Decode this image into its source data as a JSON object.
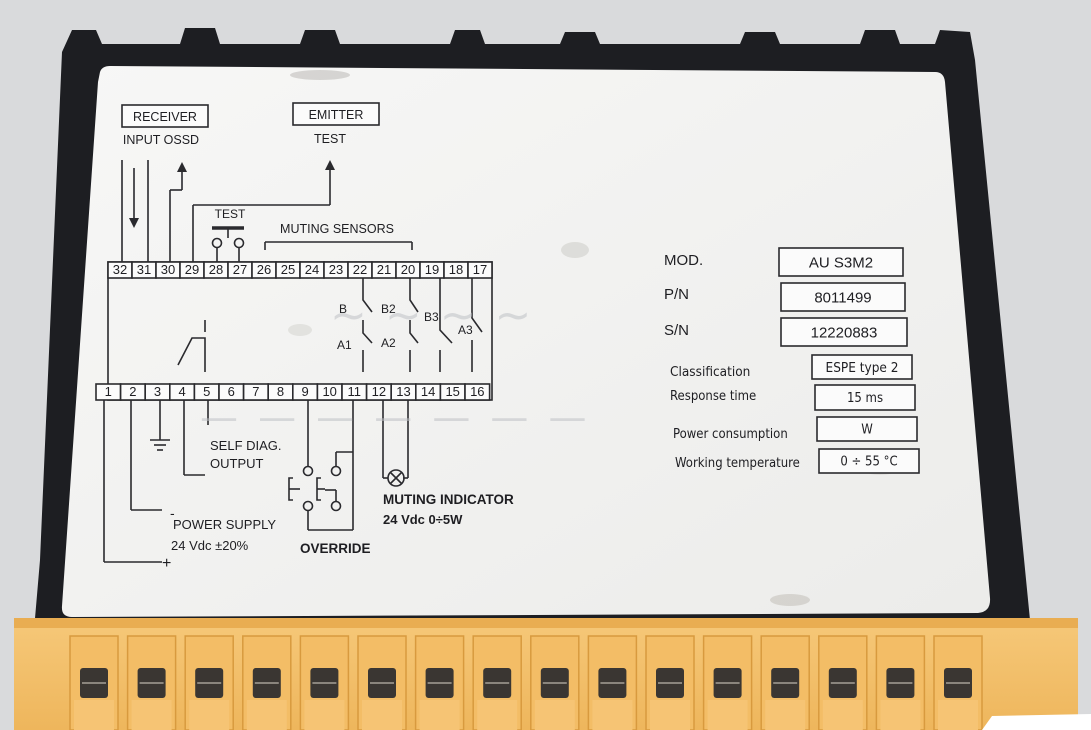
{
  "labels": {
    "receiver": "RECEIVER",
    "input_ossd": "INPUT OSSD",
    "emitter": "EMITTER",
    "emitter_test": "TEST",
    "test_button": "TEST",
    "muting_sensors": "MUTING SENSORS",
    "self_diag_1": "SELF DIAG.",
    "self_diag_2": "OUTPUT",
    "power_supply_1": "POWER SUPPLY",
    "power_supply_2": "24 Vdc ±20%",
    "power_minus": "-",
    "power_plus": "+",
    "override": "OVERRIDE",
    "muting_indicator_1": "MUTING INDICATOR",
    "muting_indicator_2": "24 Vdc 0÷5W",
    "sensor_b": "B",
    "sensor_b2": "B2",
    "sensor_a1": "A1",
    "sensor_a2": "A2",
    "sensor_b3": "B3",
    "sensor_a3": "A3"
  },
  "terminals_top": [
    "32",
    "31",
    "30",
    "29",
    "28",
    "27",
    "26",
    "25",
    "24",
    "23",
    "22",
    "21",
    "20",
    "19",
    "18",
    "17"
  ],
  "terminals_bottom": [
    "1",
    "2",
    "3",
    "4",
    "5",
    "6",
    "7",
    "8",
    "9",
    "10",
    "11",
    "12",
    "13",
    "14",
    "15",
    "16"
  ],
  "specs": [
    {
      "label": "MOD.",
      "value": "AU S3M2"
    },
    {
      "label": "P/N",
      "value": "8011499"
    },
    {
      "label": "S/N",
      "value": "12220883"
    },
    {
      "label": "Classification",
      "value": "ESPE type 2"
    },
    {
      "label": "Response time",
      "value": "15 ms"
    },
    {
      "label": "Power consumption",
      "value": "W"
    },
    {
      "label": "Working temperature",
      "value": "0 ÷ 55 °C"
    }
  ],
  "colors": {
    "background": "#d9dadc",
    "housing": "#1d1e22",
    "label_plate": "#f4f4f2",
    "terminal_block": "#f5c06b"
  }
}
